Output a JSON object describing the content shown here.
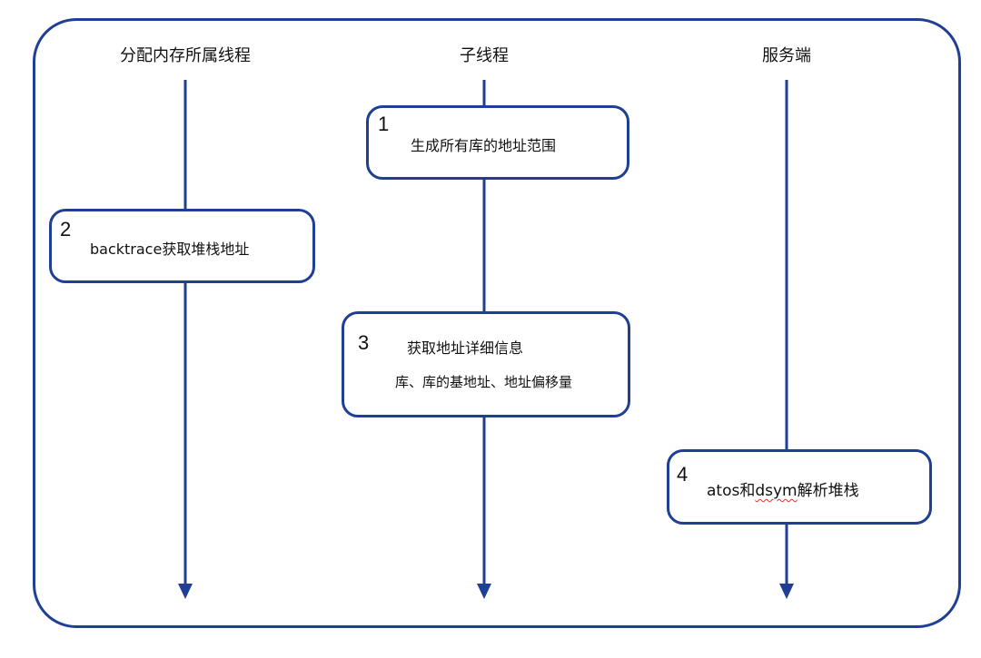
{
  "lanes": [
    {
      "title": "分配内存所属线程"
    },
    {
      "title": "子线程"
    },
    {
      "title": "服务端"
    }
  ],
  "steps": [
    {
      "number": "1",
      "lines": [
        "生成所有库的地址范围"
      ]
    },
    {
      "number": "2",
      "lines": [
        "backtrace获取堆栈地址"
      ]
    },
    {
      "number": "3",
      "lines": [
        "获取地址详细信息",
        "库、库的基地址、地址偏移量"
      ]
    },
    {
      "number": "4",
      "text_before": "atos和",
      "text_squiggle": "dsym",
      "text_after": "解析堆栈"
    }
  ],
  "colors": {
    "stroke": "#1f3f94",
    "spellcheck_underline": "#e0322f"
  }
}
